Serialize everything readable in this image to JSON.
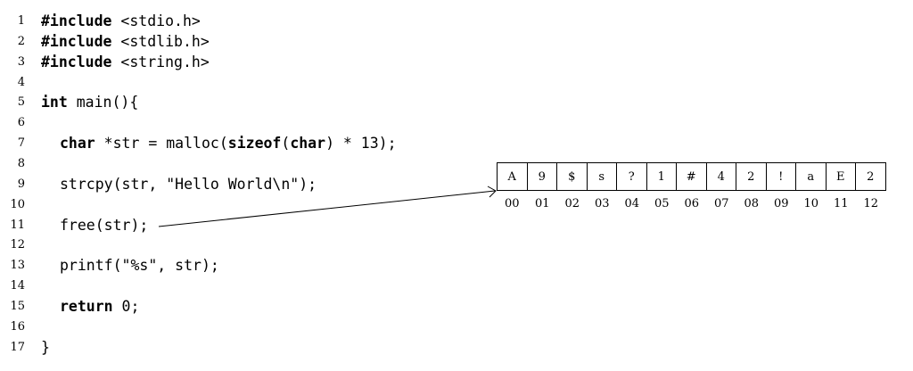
{
  "code_lines": [
    {
      "num": "1",
      "indent": 0,
      "tokens": [
        {
          "t": "#include",
          "kw": true
        },
        {
          "t": " <stdio.h>",
          "kw": false
        }
      ]
    },
    {
      "num": "2",
      "indent": 0,
      "tokens": [
        {
          "t": "#include",
          "kw": true
        },
        {
          "t": " <stdlib.h>",
          "kw": false
        }
      ]
    },
    {
      "num": "3",
      "indent": 0,
      "tokens": [
        {
          "t": "#include",
          "kw": true
        },
        {
          "t": " <string.h>",
          "kw": false
        }
      ]
    },
    {
      "num": "4",
      "indent": 0,
      "tokens": []
    },
    {
      "num": "5",
      "indent": 0,
      "tokens": [
        {
          "t": "int",
          "kw": true
        },
        {
          "t": " main(){",
          "kw": false
        }
      ]
    },
    {
      "num": "6",
      "indent": 0,
      "tokens": []
    },
    {
      "num": "7",
      "indent": 1,
      "tokens": [
        {
          "t": "char",
          "kw": true
        },
        {
          "t": " *str = malloc(",
          "kw": false
        },
        {
          "t": "sizeof",
          "kw": true
        },
        {
          "t": "(",
          "kw": false
        },
        {
          "t": "char",
          "kw": true
        },
        {
          "t": ") * 13);",
          "kw": false
        }
      ]
    },
    {
      "num": "8",
      "indent": 0,
      "tokens": []
    },
    {
      "num": "9",
      "indent": 1,
      "tokens": [
        {
          "t": "strcpy(str, \"Hello World\\n\");",
          "kw": false
        }
      ]
    },
    {
      "num": "10",
      "indent": 0,
      "tokens": []
    },
    {
      "num": "11",
      "indent": 1,
      "tokens": [
        {
          "t": "free(str);",
          "kw": false
        }
      ]
    },
    {
      "num": "12",
      "indent": 0,
      "tokens": []
    },
    {
      "num": "13",
      "indent": 1,
      "tokens": [
        {
          "t": "printf(\"%s\", str);",
          "kw": false
        }
      ]
    },
    {
      "num": "14",
      "indent": 0,
      "tokens": []
    },
    {
      "num": "15",
      "indent": 1,
      "tokens": [
        {
          "t": "return",
          "kw": true
        },
        {
          "t": " 0;",
          "kw": false
        }
      ]
    },
    {
      "num": "16",
      "indent": 0,
      "tokens": []
    },
    {
      "num": "17",
      "indent": 0,
      "tokens": [
        {
          "t": "}",
          "kw": false
        }
      ]
    }
  ],
  "memory": {
    "cells": [
      "A",
      "9",
      "$",
      "s",
      "?",
      "1",
      "#",
      "4",
      "2",
      "!",
      "a",
      "E",
      "2"
    ],
    "indices": [
      "00",
      "01",
      "02",
      "03",
      "04",
      "05",
      "06",
      "07",
      "08",
      "09",
      "10",
      "11",
      "12"
    ]
  }
}
